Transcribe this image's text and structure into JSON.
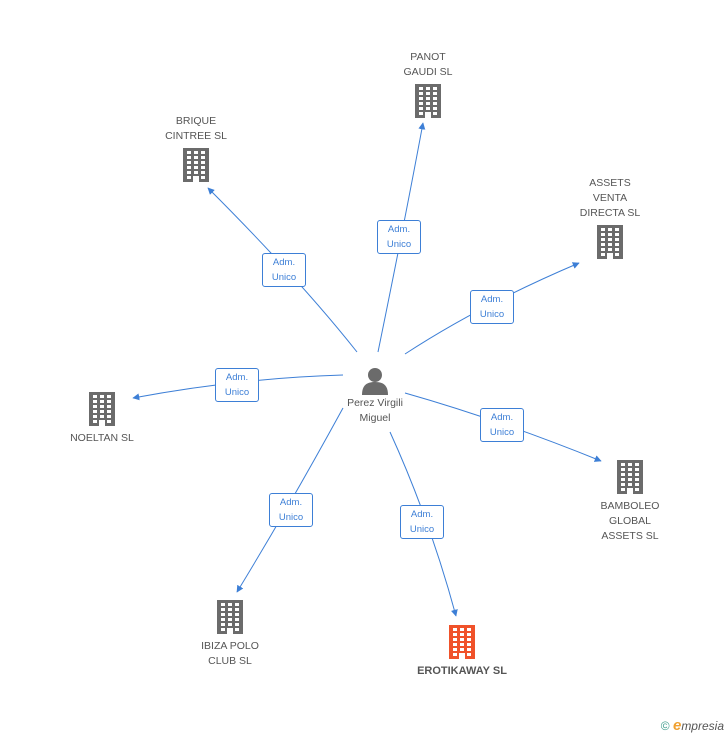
{
  "center": {
    "name": "Perez Virgili\nMiguel"
  },
  "companies": [
    {
      "id": "panot",
      "name": "PANOT\nGAUDI SL",
      "highlight": false
    },
    {
      "id": "brique",
      "name": "BRIQUE\nCINTREE SL",
      "highlight": false
    },
    {
      "id": "assets",
      "name": "ASSETS\nVENTA\nDIRECTA SL",
      "highlight": false
    },
    {
      "id": "noeltan",
      "name": "NOELTAN SL",
      "highlight": false
    },
    {
      "id": "bamboleo",
      "name": "BAMBOLEO\nGLOBAL\nASSETS SL",
      "highlight": false
    },
    {
      "id": "ibiza",
      "name": "IBIZA POLO\nCLUB SL",
      "highlight": false
    },
    {
      "id": "erotikaway",
      "name": "EROTIKAWAY SL",
      "highlight": true
    }
  ],
  "edges": [
    {
      "to": "panot",
      "label": "Adm.\nUnico"
    },
    {
      "to": "brique",
      "label": "Adm.\nUnico"
    },
    {
      "to": "assets",
      "label": "Adm.\nUnico"
    },
    {
      "to": "noeltan",
      "label": "Adm.\nUnico"
    },
    {
      "to": "bamboleo",
      "label": "Adm.\nUnico"
    },
    {
      "to": "ibiza",
      "label": "Adm.\nUnico"
    },
    {
      "to": "erotikaway",
      "label": "Adm.\nUnico"
    }
  ],
  "colors": {
    "edge": "#3d7fd6",
    "building": "#6b6b6b",
    "highlight": "#f0522a",
    "person": "#6b6b6b"
  },
  "footer": {
    "copyright": "©",
    "brand_initial": "e",
    "brand_rest": "mpresia"
  }
}
